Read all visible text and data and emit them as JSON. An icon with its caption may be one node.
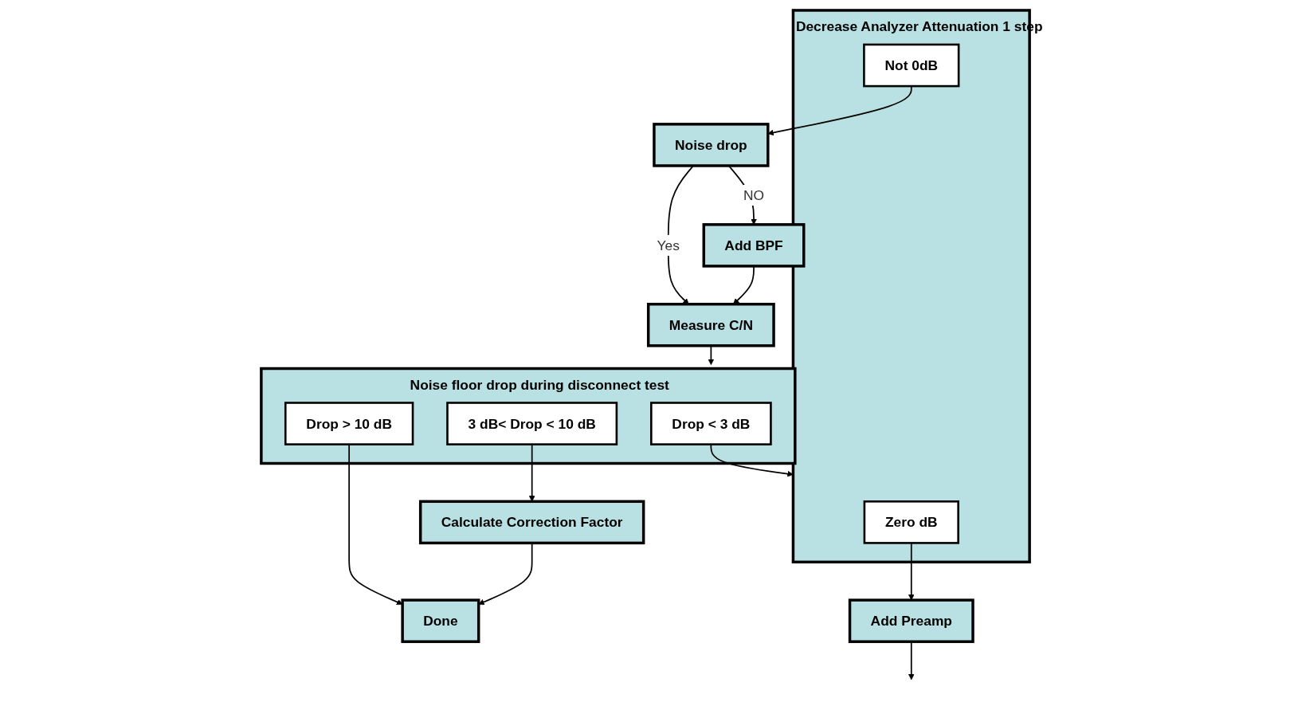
{
  "diagram": {
    "nodes": [
      {
        "text": [
          "Measure C/N"
        ]
      },
      {
        "text": [
          "Noise floor drop during disconnect test"
        ]
      },
      {
        "text": [
          "Drop < 3 dB"
        ],
        "in": 1
      },
      {
        "text": [
          "3 dB< Drop < 10 dB"
        ],
        "in": 1
      },
      {
        "text": [
          "Drop > 10 dB"
        ],
        "in": 1
      },
      {
        "text": [
          "Decrease Analyzer Attenuation 1 step"
        ]
      },
      {
        "text": [
          "Zero dB"
        ],
        "in": 5
      },
      {
        "text": [
          "Not 0dB"
        ],
        "in": 5
      },
      {
        "text": [
          "Calculate Correction Factor"
        ]
      },
      {
        "text": [
          "Done"
        ]
      },
      {
        "text": [
          "Add Preamp"
        ]
      },
      {
        "text": [
          "Noise drop"
        ]
      },
      {
        "text": [
          "Add BPF"
        ]
      }
    ],
    "edges": [
      {
        "from": 0,
        "to": 1,
        "arrow": "to"
      },
      {
        "from": 2,
        "to": 5,
        "arrow": "to"
      },
      {
        "from": 3,
        "to": 8,
        "arrow": "to"
      },
      {
        "from": 4,
        "to": 9,
        "arrow": "to"
      },
      {
        "from": 8,
        "to": 9,
        "arrow": "to"
      },
      {
        "from": 6,
        "to": 10,
        "arrow": "to"
      },
      {
        "from": 7,
        "to": 11,
        "arrow": "to"
      },
      {
        "from": 10,
        "to": null,
        "arrow": "to"
      },
      {
        "from": 11,
        "to": 12,
        "label": "NO",
        "arrow": "to"
      },
      {
        "from": 11,
        "to": 0,
        "label": "Yes",
        "arrow": "to"
      },
      {
        "from": 12,
        "to": 0,
        "arrow": "to"
      }
    ]
  }
}
